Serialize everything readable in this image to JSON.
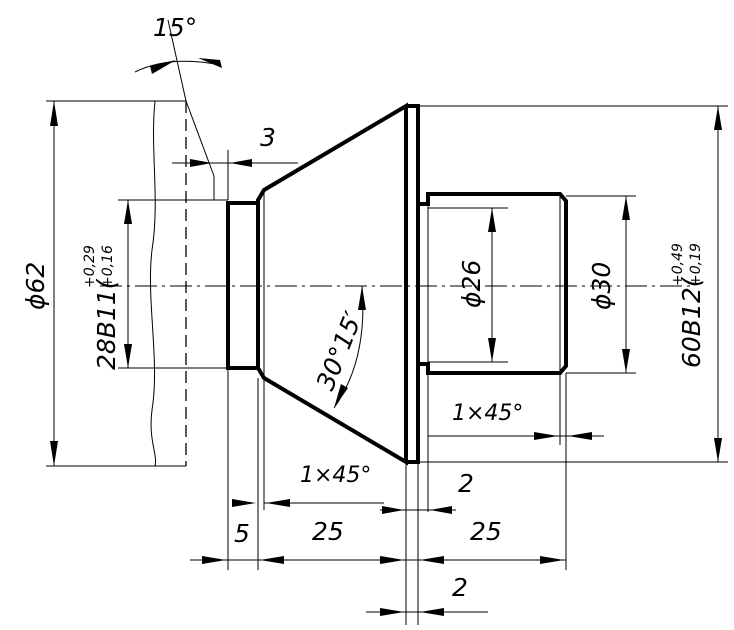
{
  "dimensions": {
    "angle_top": "15°",
    "gap_3": "3",
    "dia_62": "ϕ62",
    "fit_28_main": "28B11(",
    "fit_28_upper": "+0,29",
    "fit_28_lower": "+0,16",
    "angle_cone": "30°15′",
    "dia_26": "ϕ26",
    "dia_30": "ϕ30",
    "fit_60_main": "60B12(",
    "fit_60_upper": "+0,49",
    "fit_60_lower": "+0,19",
    "chamfer_right": "1×45°",
    "chamfer_left": "1×45°",
    "len_2_top": "2",
    "len_5": "5",
    "len_25_left": "25",
    "len_25_right": "25",
    "len_2_bottom": "2"
  }
}
